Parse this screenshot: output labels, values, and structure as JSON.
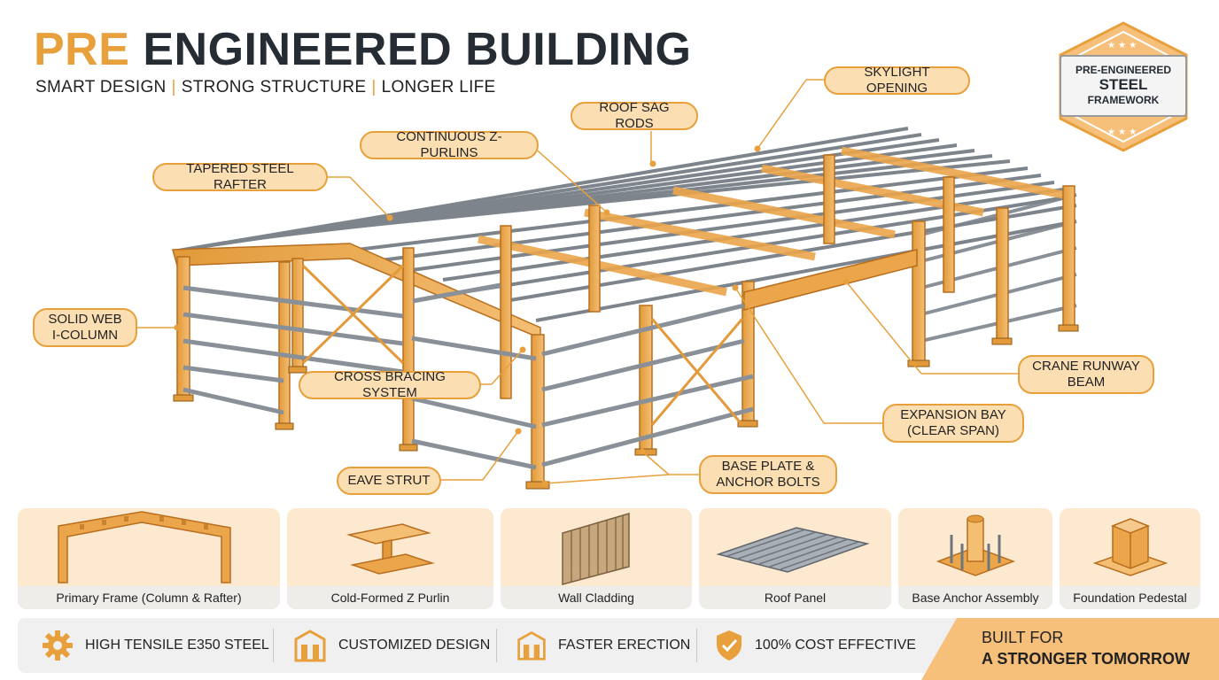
{
  "header": {
    "title_part1": "PRE",
    "title_part2": "ENGINEERED BUILDING",
    "subtitle": [
      "SMART DESIGN",
      "STRONG STRUCTURE",
      "LONGER LIFE"
    ]
  },
  "badge": {
    "line1": "PRE-ENGINEERED",
    "line2": "STEEL",
    "line3": "FRAMEWORK"
  },
  "callouts": {
    "skylight": "SKYLIGHT OPENING",
    "sag_rods": "ROOF SAG RODS",
    "z_purlins": "CONTINUOUS Z-PURLINS",
    "rafter": "TAPERED STEEL RAFTER",
    "column": "SOLID WEB\nI-COLUMN",
    "bracing": "CROSS BRACING SYSTEM",
    "eave_strut": "EAVE STRUT",
    "base_plate": "BASE PLATE &\nANCHOR BOLTS",
    "expansion_bay": "EXPANSION BAY\n(CLEAR SPAN)",
    "crane_beam": "CRANE RUNWAY\nBEAM"
  },
  "components": [
    {
      "label": "Primary Frame (Column & Rafter)"
    },
    {
      "label": "Cold-Formed Z Purlin"
    },
    {
      "label": "Wall Cladding"
    },
    {
      "label": "Roof Panel"
    },
    {
      "label": "Base Anchor Assembly"
    },
    {
      "label": "Foundation Pedestal"
    }
  ],
  "features": [
    {
      "label": "HIGH TENSILE E350 STEEL",
      "icon": "gear-icon"
    },
    {
      "label": "CUSTOMIZED DESIGN",
      "icon": "building-icon"
    },
    {
      "label": "FASTER ERECTION",
      "icon": "building-icon"
    },
    {
      "label": "100% COST EFFECTIVE",
      "icon": "shield-check-icon"
    }
  ],
  "tagline": {
    "line1": "BUILT FOR",
    "line2": "A STRONGER TOMORROW"
  },
  "colors": {
    "accent": "#E8A03C",
    "callout_fill": "#FBDFB3",
    "steel": "#8a9098",
    "dark": "#262c33"
  }
}
